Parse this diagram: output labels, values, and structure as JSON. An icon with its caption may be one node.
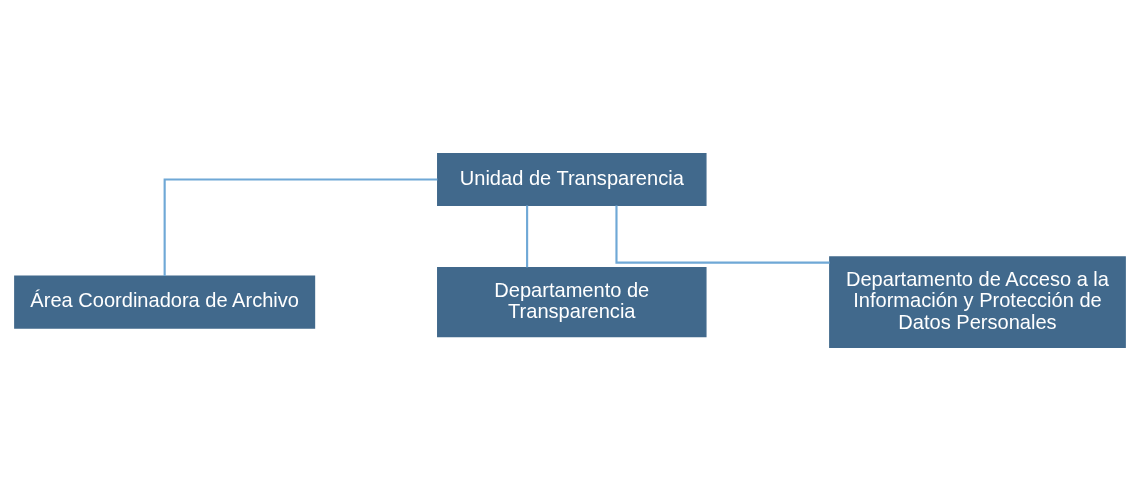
{
  "diagram": {
    "nodes": [
      {
        "text": [
          "Unidad de Transparencia"
        ]
      },
      {
        "text": [
          "Área Coordinadora de Archivo"
        ]
      },
      {
        "text": [
          "Departamento de Transparencia"
        ]
      },
      {
        "text": [
          "Departamento de Acceso a la Información y Protección de Datos Personales"
        ]
      }
    ],
    "edges": [
      {
        "from": 0,
        "to": 1,
        "arrow": "none"
      },
      {
        "from": 0,
        "to": 2,
        "arrow": "none"
      },
      {
        "from": 0,
        "to": 3,
        "arrow": "none"
      }
    ]
  }
}
